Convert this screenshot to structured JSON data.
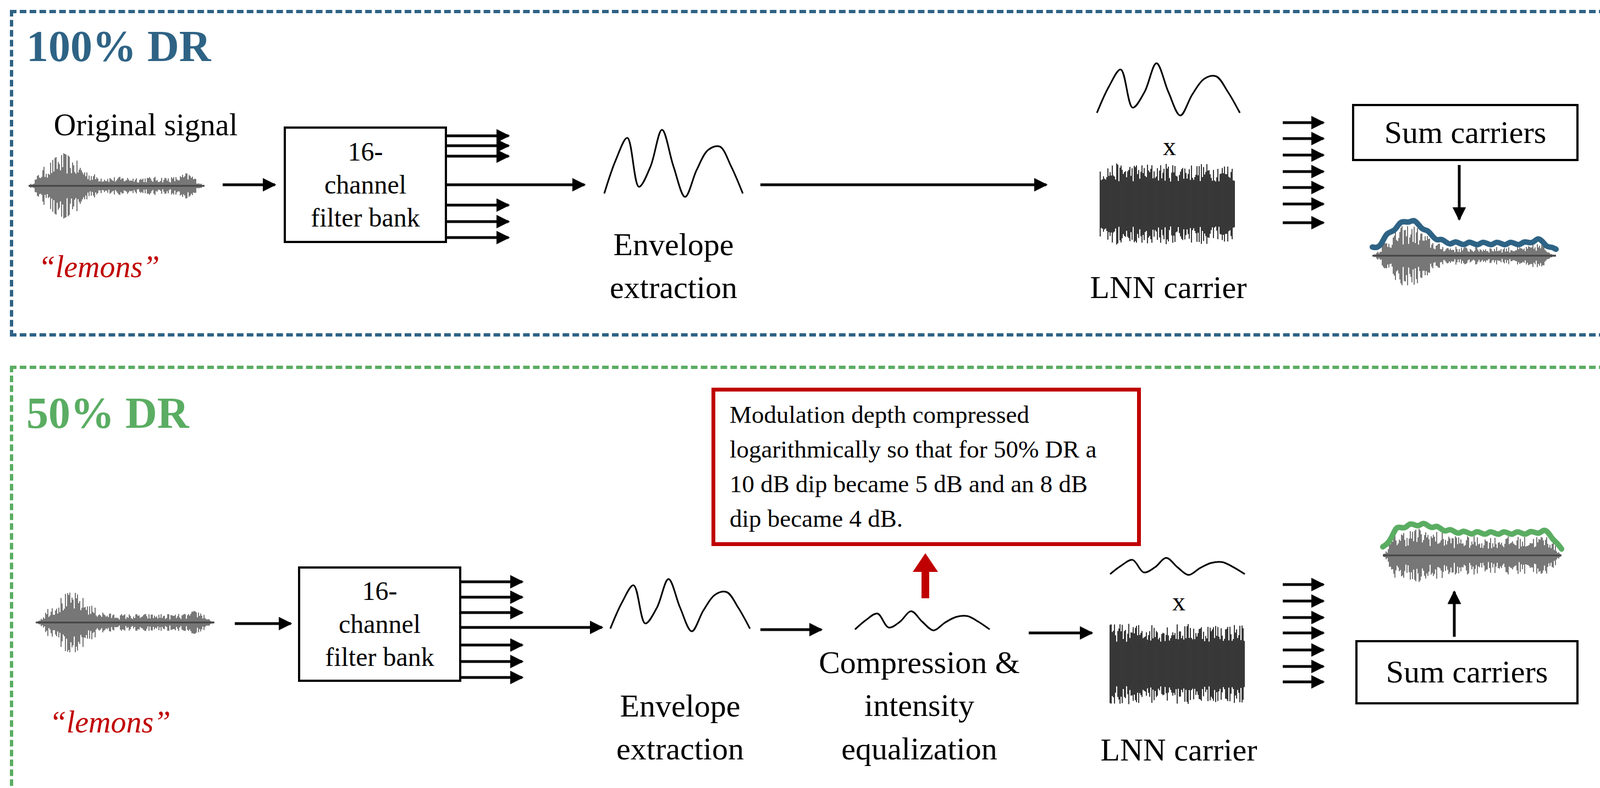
{
  "diagram": {
    "nodes": [
      {
        "text": [
          "100% DR"
        ]
      },
      {
        "text": [
          "16- channel filter bank"
        ],
        "in": 0
      },
      {
        "text": [
          "Sum carriers"
        ],
        "in": 0
      },
      {
        "text": [
          "50% DR"
        ]
      },
      {
        "text": [
          "16- channel filter bank"
        ],
        "in": 3
      },
      {
        "text": [
          "Modulation depth compressed logarithmically so that for 50% DR a 10 dB dip became 5 dB and an 8 dB dip became 4 dB."
        ],
        "in": 3
      },
      {
        "text": [
          "Sum carriers"
        ],
        "in": 3
      }
    ],
    "labels": [
      "Original signal",
      "“lemons”",
      "Envelope extraction",
      "x",
      "LNN carrier",
      "“lemons”",
      "Envelope extraction",
      "Compression & intensity equalization",
      "x",
      "LNN carrier"
    ]
  }
}
